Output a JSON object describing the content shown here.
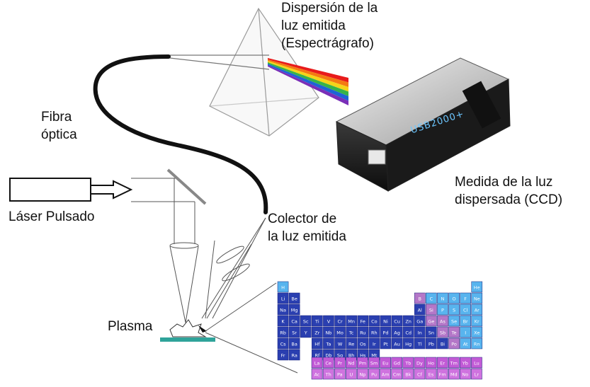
{
  "labels": {
    "dispersion": [
      "Dispersión de la",
      "luz emitida",
      "(Espectrágrafo)"
    ],
    "fibra": [
      "Fibra",
      "óptica"
    ],
    "medida": [
      "Medida de la luz",
      "dispersada (CCD)"
    ],
    "laser": "Láser Pulsado",
    "colector": [
      "Colector de",
      "la luz emitida"
    ],
    "plasma": "Plasma"
  },
  "device": {
    "model": "USB2000+"
  },
  "periodic_table": {
    "main_rows": [
      [
        "H",
        "",
        "",
        "",
        "",
        "",
        "",
        "",
        "",
        "",
        "",
        "",
        "",
        "",
        "",
        "",
        "",
        "He"
      ],
      [
        "Li",
        "Be",
        "",
        "",
        "",
        "",
        "",
        "",
        "",
        "",
        "",
        "",
        "B",
        "C",
        "N",
        "O",
        "F",
        "Ne"
      ],
      [
        "Na",
        "Mg",
        "",
        "",
        "",
        "",
        "",
        "",
        "",
        "",
        "",
        "",
        "Al",
        "Si",
        "P",
        "S",
        "Cl",
        "Ar"
      ],
      [
        "K",
        "Ca",
        "Sc",
        "Ti",
        "V",
        "Cr",
        "Mn",
        "Fe",
        "Co",
        "Ni",
        "Cu",
        "Zn",
        "Ga",
        "Ge",
        "As",
        "Se",
        "Br",
        "Kr"
      ],
      [
        "Rb",
        "Sr",
        "Y",
        "Zr",
        "Nb",
        "Mo",
        "Tc",
        "Ru",
        "Rh",
        "Pd",
        "Ag",
        "Cd",
        "In",
        "Sn",
        "Sb",
        "Te",
        "I",
        "Xe"
      ],
      [
        "Cs",
        "Ba",
        "",
        "Hf",
        "Ta",
        "W",
        "Re",
        "Os",
        "Ir",
        "Pt",
        "Au",
        "Hg",
        "Tl",
        "Pb",
        "Bi",
        "Po",
        "At",
        "Rn"
      ],
      [
        "Fr",
        "Ra",
        "",
        "Rf",
        "Db",
        "Sg",
        "Bh",
        "Hs",
        "Mt",
        "",
        "",
        "",
        "",
        "",
        "",
        "",
        "",
        ""
      ]
    ],
    "f_rows": [
      [
        "La",
        "Ce",
        "Pr",
        "Nd",
        "Pm",
        "Sm",
        "Eu",
        "Gd",
        "Tb",
        "Dy",
        "Ho",
        "Er",
        "Tm",
        "Yb",
        "Lu"
      ],
      [
        "Ac",
        "Th",
        "Pa",
        "U",
        "Np",
        "Pu",
        "Am",
        "Cm",
        "Bk",
        "Cf",
        "Es",
        "Fm",
        "Md",
        "No",
        "Lr"
      ]
    ],
    "colors": {
      "metal": "#2a3fb0",
      "nonmetal": "#58b4ee",
      "metalloid": "#b477c8",
      "lanthanide": "#c25bd6",
      "actinide": "#cf73df",
      "text": "#ffffff"
    }
  },
  "colors": {
    "spectrum": [
      "#e81b1b",
      "#f47a12",
      "#f5d419",
      "#37b34a",
      "#1e63d6",
      "#7a2fb8"
    ],
    "fiber": "#111111",
    "plate": "#2fa39a",
    "ray": "#444444"
  }
}
